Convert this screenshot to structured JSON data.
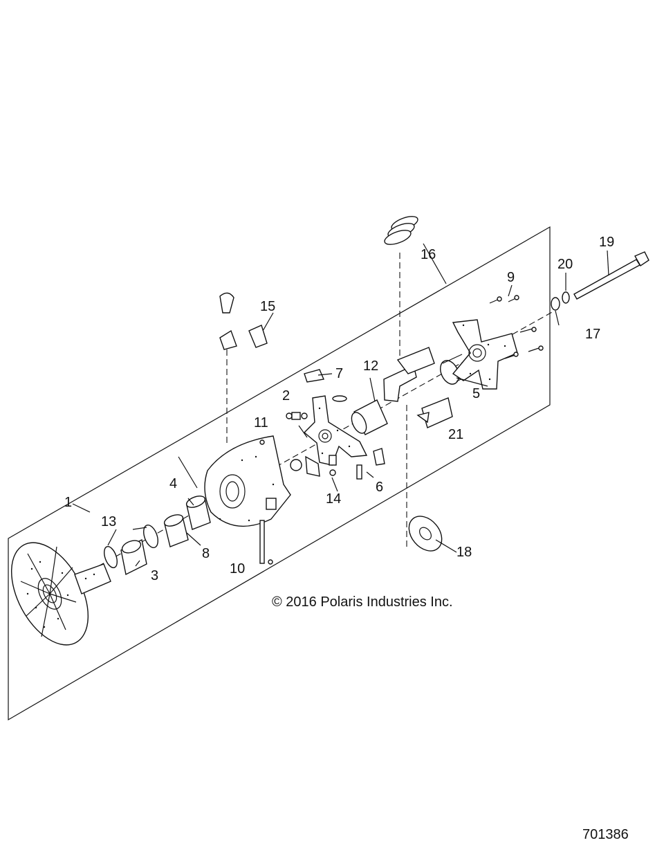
{
  "diagram": {
    "copyright": "© 2016 Polaris Industries Inc.",
    "drawing_number": "701386",
    "callouts": [
      "1",
      "2",
      "3",
      "4",
      "5",
      "6",
      "7",
      "8",
      "9",
      "10",
      "11",
      "12",
      "13",
      "14",
      "15",
      "16",
      "17",
      "18",
      "19",
      "20",
      "21"
    ]
  }
}
